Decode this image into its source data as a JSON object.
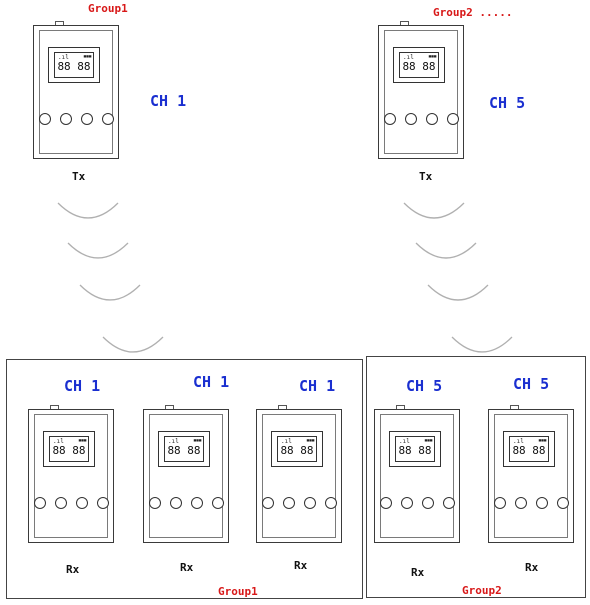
{
  "groups": [
    {
      "id": "group1",
      "label": "Group1",
      "bottom_label": "Group1"
    },
    {
      "id": "group2",
      "label": "Group2 .....",
      "bottom_label": "Group2"
    }
  ],
  "transmitters": [
    {
      "label": "Tx",
      "channel": "CH 1",
      "lcd": "88 88"
    },
    {
      "label": "Tx",
      "channel": "CH 5",
      "lcd": "88 88"
    }
  ],
  "receivers_group1": [
    {
      "label": "Rx",
      "channel": "CH 1",
      "lcd": "88 88"
    },
    {
      "label": "Rx",
      "channel": "CH 1",
      "lcd": "88 88"
    },
    {
      "label": "Rx",
      "channel": "CH 1",
      "lcd": "88 88"
    }
  ],
  "receivers_group2": [
    {
      "label": "Rx",
      "channel": "CH 5",
      "lcd": "88 88"
    },
    {
      "label": "Rx",
      "channel": "CH 5",
      "lcd": "88 88"
    }
  ],
  "lcd_icons": {
    "signal": "signal-bars-icon",
    "battery": "battery-dots-icon"
  },
  "colors": {
    "channel": "#1a2fd0",
    "group": "#d81818",
    "line": "#3a3a3a",
    "wave": "#b0b0b0"
  }
}
